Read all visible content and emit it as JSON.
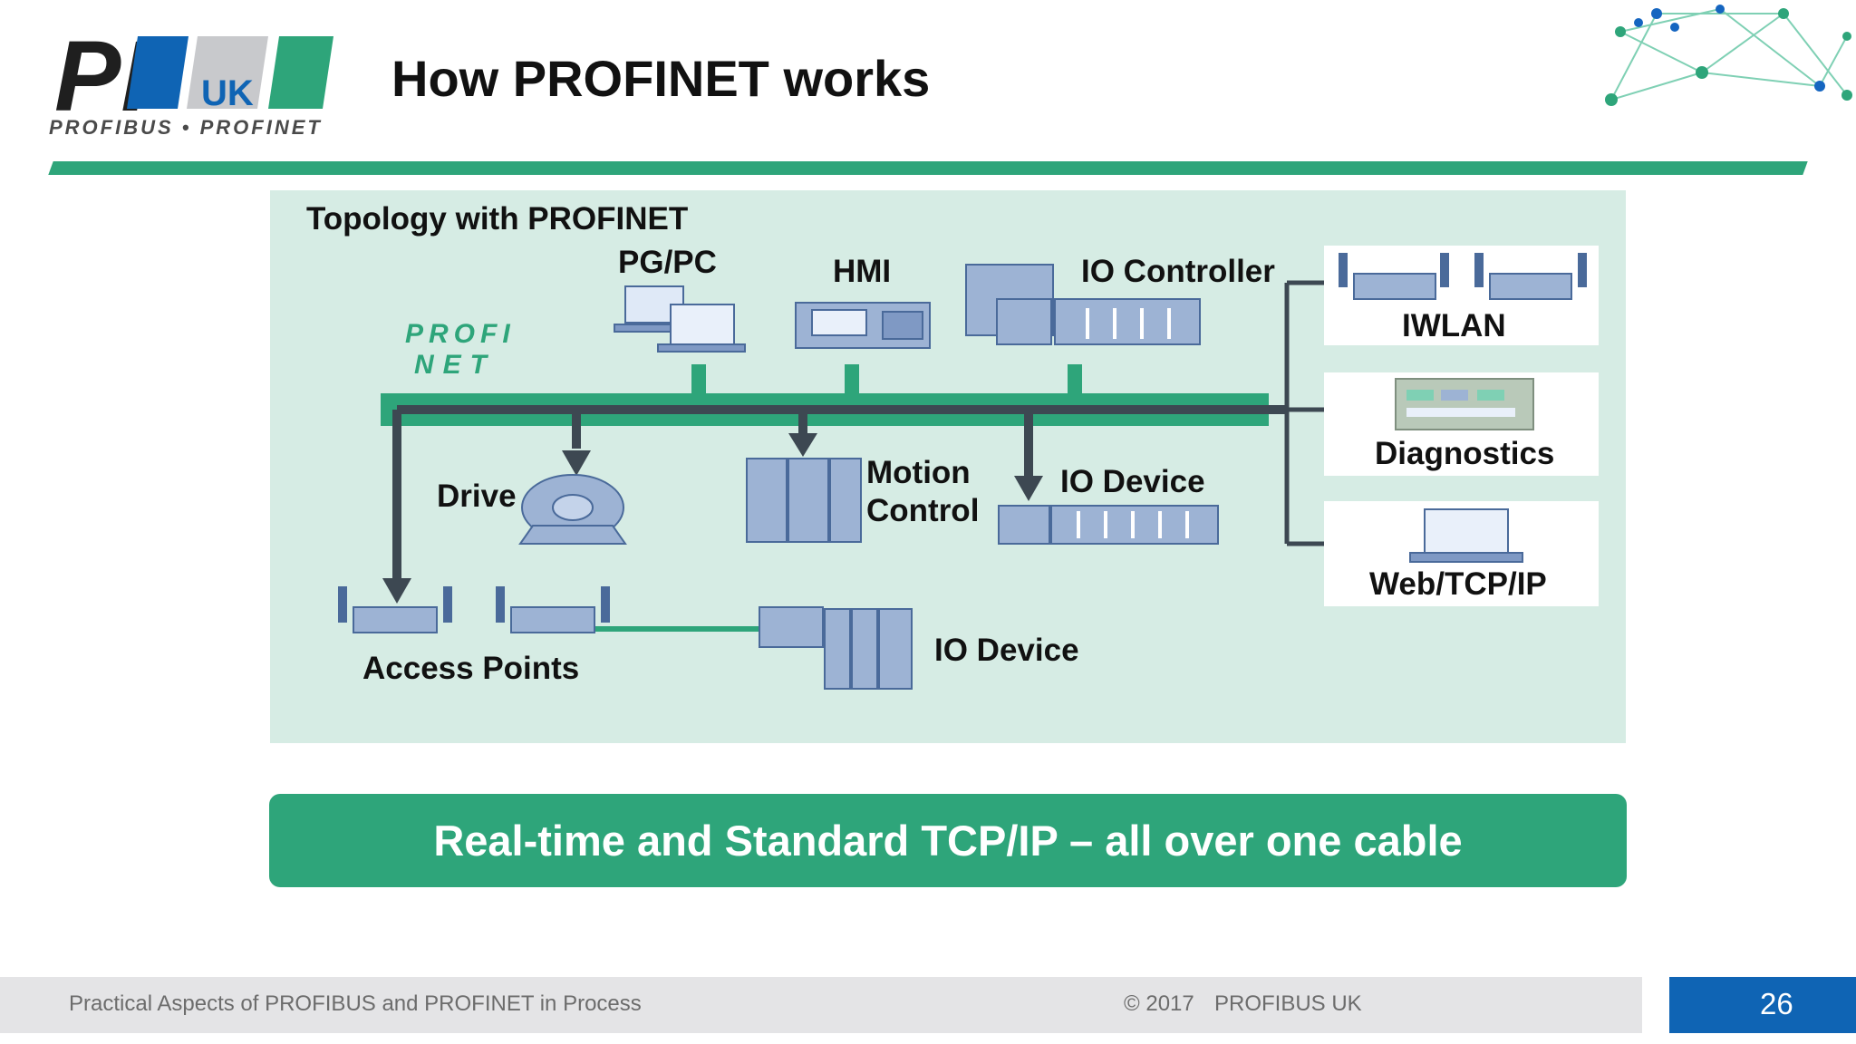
{
  "header": {
    "logo": {
      "main_text": "PI",
      "badge_text": "UK",
      "subtitle": "PROFIBUS • PROFINET"
    },
    "title": "How PROFINET works"
  },
  "diagram": {
    "title": "Topology with PROFINET",
    "profinet_logo": {
      "line1": "PROFI",
      "line2": "NET"
    },
    "nodes": {
      "pgpc": "PG/PC",
      "hmi": "HMI",
      "io_controller": "IO Controller",
      "iwlan": "IWLAN",
      "diagnostics": "Diagnostics",
      "web": "Web/TCP/IP",
      "drive": "Drive",
      "motion_control_line1": "Motion",
      "motion_control_line2": "Control",
      "io_device_1": "IO Device",
      "access_points": "Access Points",
      "io_device_2": "IO Device"
    },
    "colors": {
      "bus": "#2ea57a",
      "cable": "#3d4852",
      "panel": "#d6ece4",
      "device": "#9db3d4"
    }
  },
  "banner": {
    "text": "Real-time and Standard TCP/IP – all over one cable"
  },
  "footer": {
    "left": "Practical Aspects of PROFIBUS and PROFINET in Process",
    "copyright": "© 2017",
    "org": "PROFIBUS UK",
    "page": "26"
  }
}
